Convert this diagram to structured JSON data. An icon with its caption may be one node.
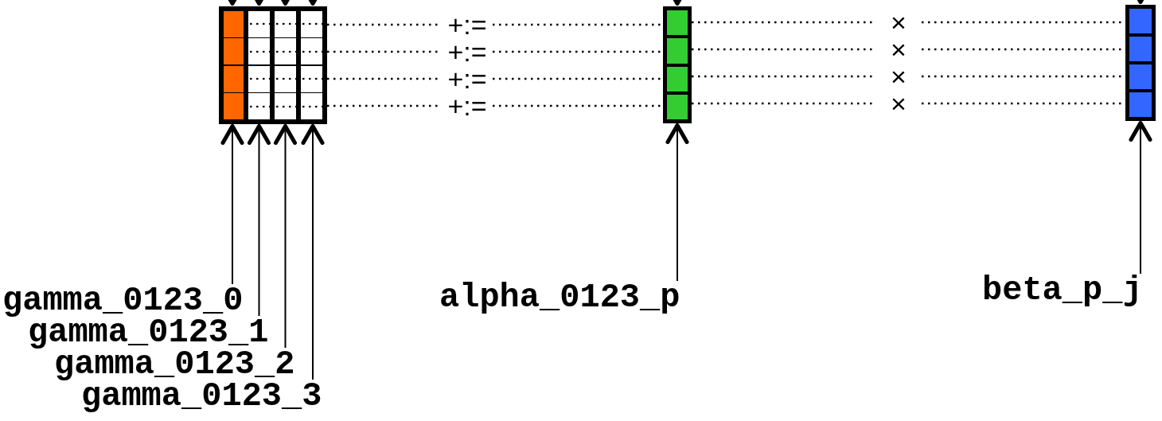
{
  "diagram": {
    "nodes": [
      {
        "text": [],
        "shape": "bar"
      },
      {
        "text": [],
        "shape": "bar"
      },
      {
        "text": [],
        "shape": "bar"
      },
      {
        "text": [],
        "shape": "bar"
      },
      {
        "text": [
          "+:="
        ]
      },
      {
        "text": [
          "+:="
        ]
      },
      {
        "text": [
          "+:="
        ]
      },
      {
        "text": [
          "+:="
        ]
      },
      {
        "text": [],
        "shape": "bar"
      },
      {
        "text": [
          "×"
        ]
      },
      {
        "text": [
          "×"
        ]
      },
      {
        "text": [
          "×"
        ]
      },
      {
        "text": [
          "×"
        ]
      },
      {
        "text": [],
        "shape": "bar"
      },
      {
        "text": [
          "gamma_0123_0"
        ]
      },
      {
        "text": [
          "gamma_0123_1"
        ]
      },
      {
        "text": [
          "gamma_0123_2"
        ]
      },
      {
        "text": [
          "gamma_0123_3"
        ]
      },
      {
        "text": [
          "alpha_0123_p"
        ]
      },
      {
        "text": [
          "beta_p_j"
        ]
      }
    ],
    "edges": [
      {
        "from": 14,
        "to": 0,
        "arrow": "to"
      },
      {
        "from": 15,
        "to": 1,
        "arrow": "to"
      },
      {
        "from": 16,
        "to": 2,
        "arrow": "to"
      },
      {
        "from": 17,
        "to": 3,
        "arrow": "to"
      },
      {
        "from": 18,
        "to": 8,
        "arrow": "to"
      },
      {
        "from": 19,
        "to": 13,
        "arrow": "to"
      },
      {
        "from": null,
        "to": 0,
        "arrow": "to"
      },
      {
        "from": null,
        "to": 1,
        "arrow": "to"
      },
      {
        "from": null,
        "to": 2,
        "arrow": "to"
      },
      {
        "from": null,
        "to": 3,
        "arrow": "to"
      },
      {
        "from": null,
        "to": 8,
        "arrow": "to"
      },
      {
        "from": null,
        "to": 13,
        "arrow": "to"
      },
      {
        "from": 3,
        "to": 4,
        "arrow": "none",
        "style": "dashed"
      },
      {
        "from": 4,
        "to": 8,
        "arrow": "none",
        "style": "dashed"
      },
      {
        "from": 8,
        "to": 9,
        "arrow": "none",
        "style": "dashed"
      },
      {
        "from": 9,
        "to": 13,
        "arrow": "none",
        "style": "dashed"
      },
      {
        "from": 3,
        "to": 5,
        "arrow": "none",
        "style": "dashed"
      },
      {
        "from": 5,
        "to": 8,
        "arrow": "none",
        "style": "dashed"
      },
      {
        "from": 8,
        "to": 10,
        "arrow": "none",
        "style": "dashed"
      },
      {
        "from": 10,
        "to": 13,
        "arrow": "none",
        "style": "dashed"
      },
      {
        "from": 3,
        "to": 6,
        "arrow": "none",
        "style": "dashed"
      },
      {
        "from": 6,
        "to": 8,
        "arrow": "none",
        "style": "dashed"
      },
      {
        "from": 8,
        "to": 11,
        "arrow": "none",
        "style": "dashed"
      },
      {
        "from": 11,
        "to": 13,
        "arrow": "none",
        "style": "dashed"
      },
      {
        "from": 3,
        "to": 7,
        "arrow": "none",
        "style": "dashed"
      },
      {
        "from": 7,
        "to": 8,
        "arrow": "none",
        "style": "dashed"
      },
      {
        "from": 8,
        "to": 12,
        "arrow": "none",
        "style": "dashed"
      },
      {
        "from": 12,
        "to": 13,
        "arrow": "none",
        "style": "dashed"
      }
    ]
  }
}
